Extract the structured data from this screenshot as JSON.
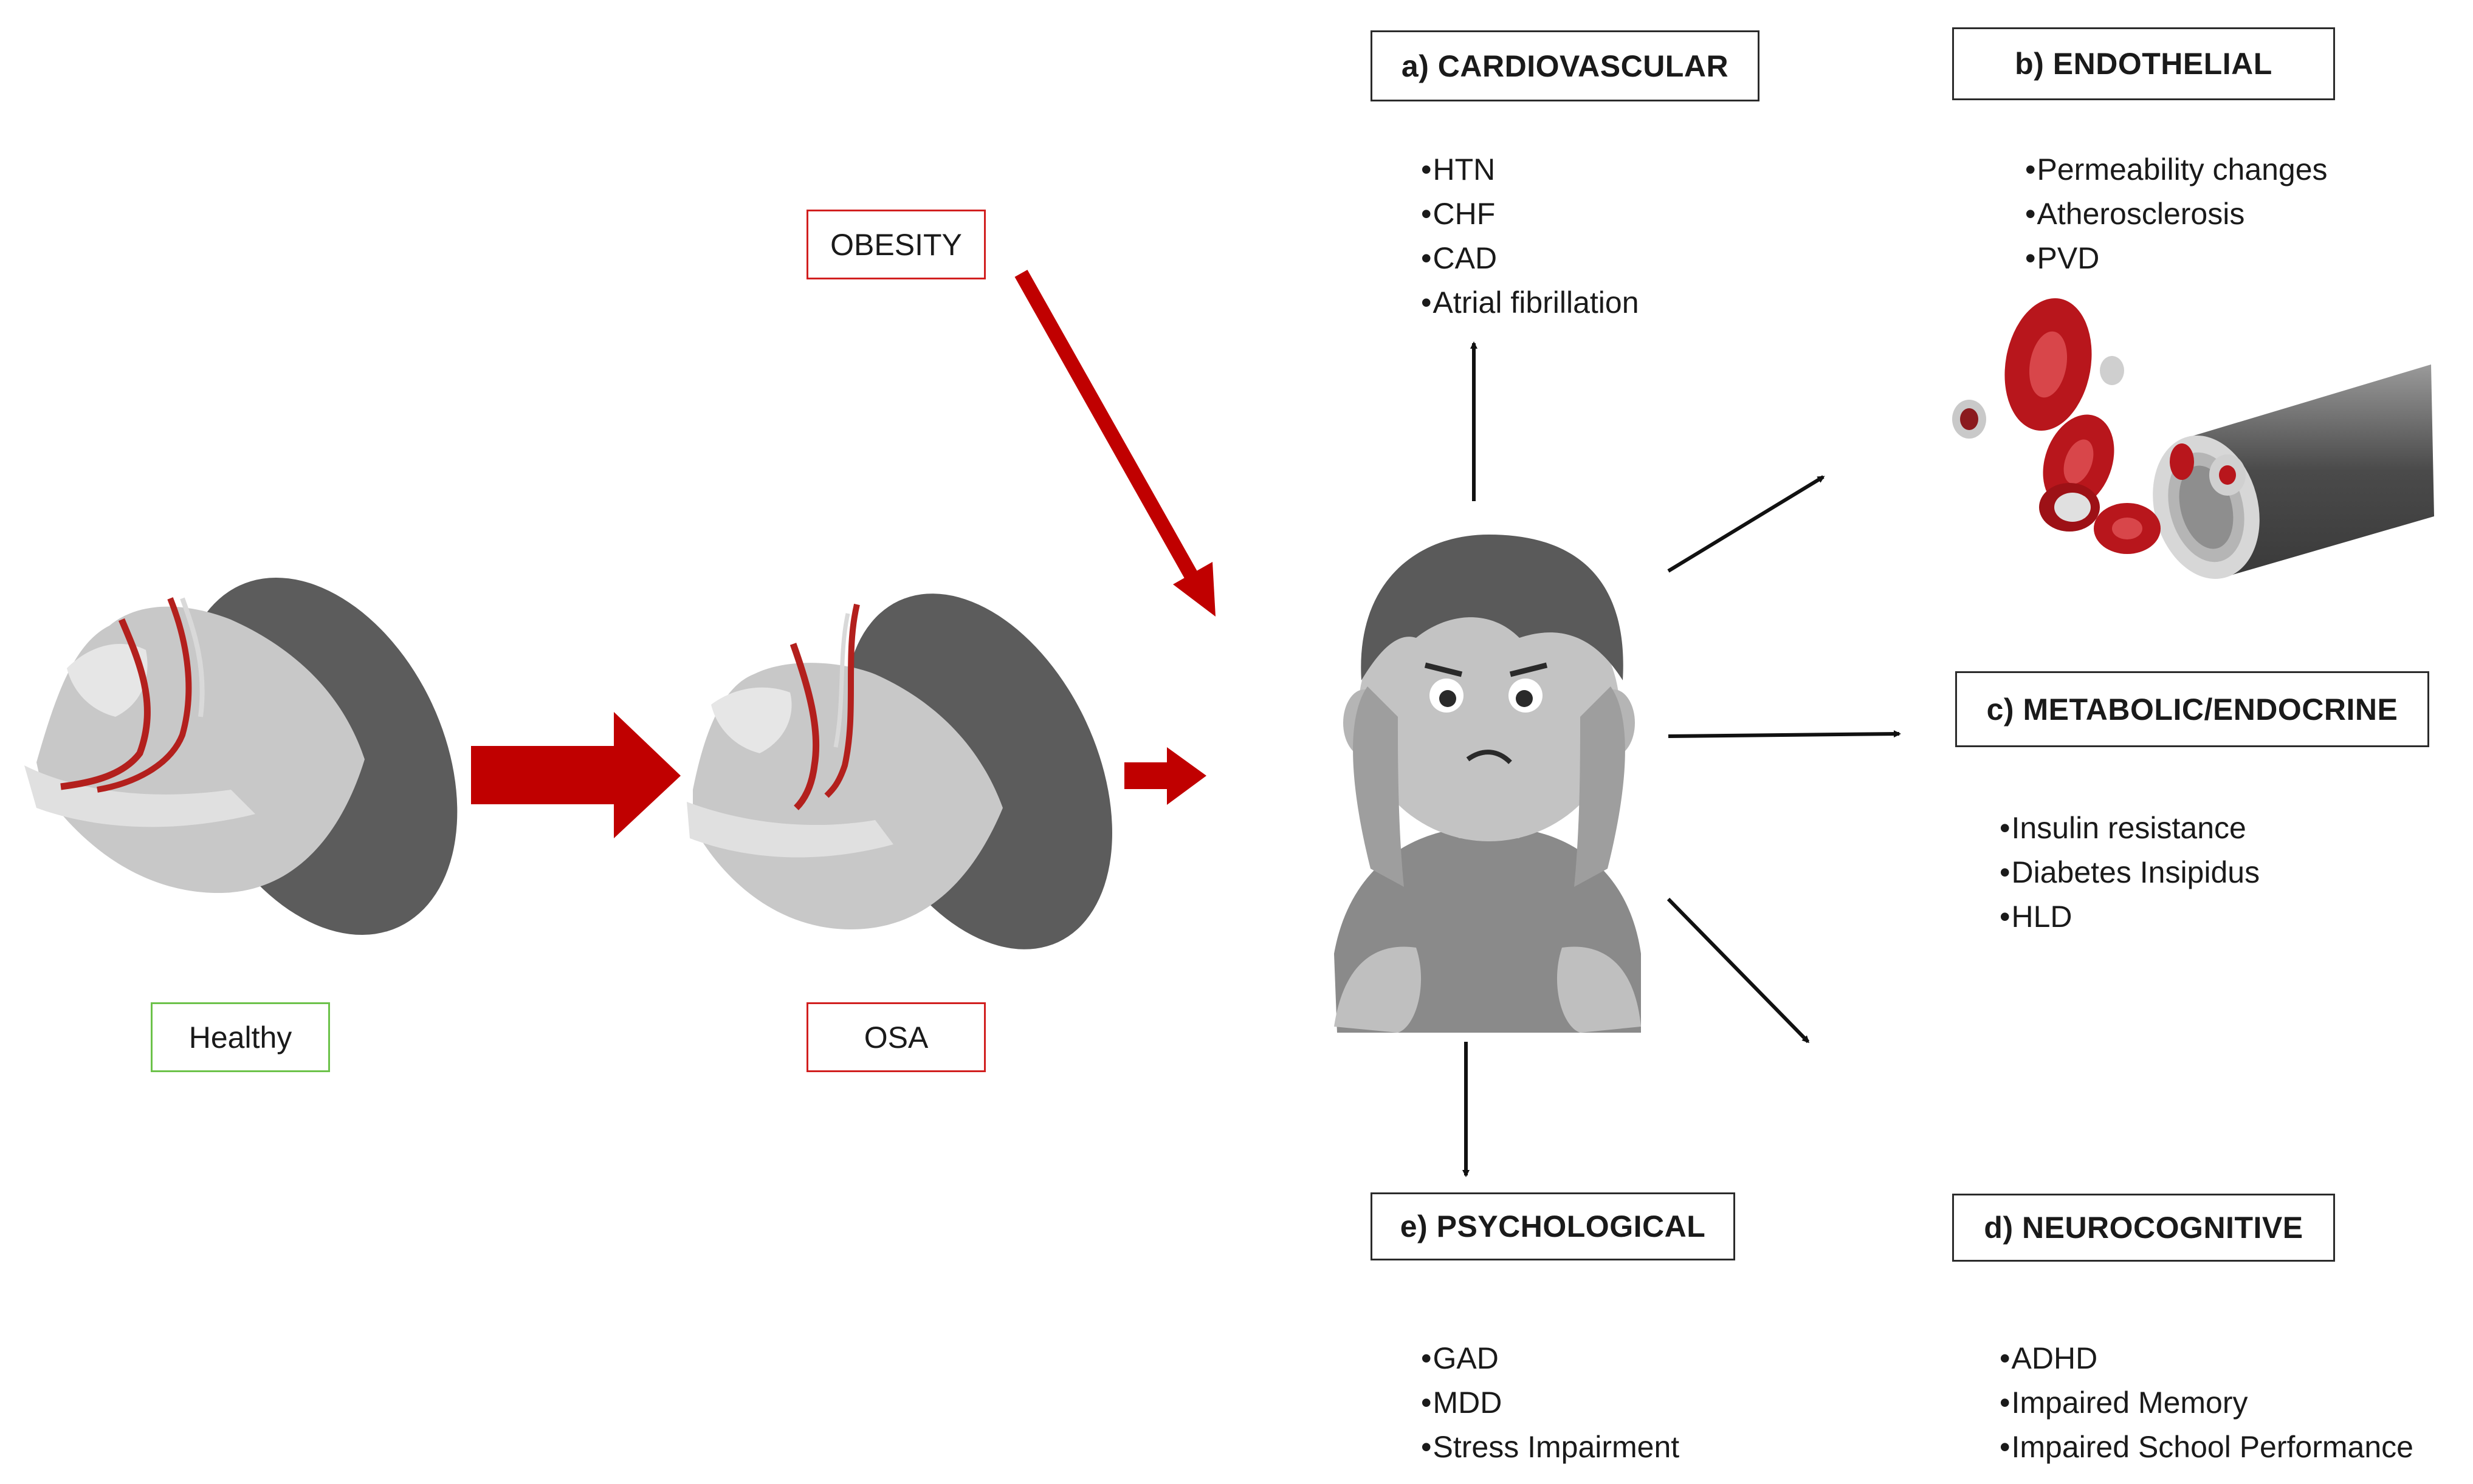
{
  "labels": {
    "healthy": "Healthy",
    "osa": "OSA",
    "obesity": "OBESITY"
  },
  "categories": {
    "cardiovascular": {
      "title": "a) CARDIOVASCULAR",
      "items": [
        "HTN",
        "CHF",
        "CAD",
        "Atrial fibrillation"
      ]
    },
    "endothelial": {
      "title": "b) ENDOTHELIAL",
      "items": [
        "Permeability changes",
        "Atherosclerosis",
        "PVD"
      ]
    },
    "metabolic": {
      "title": "c) METABOLIC/ENDOCRINE",
      "items": [
        "Insulin resistance",
        "Diabetes Insipidus",
        "HLD"
      ]
    },
    "neurocognitive": {
      "title": "d) NEUROCOGNITIVE",
      "items": [
        "ADHD",
        "Impaired Memory",
        "Impaired School Performance"
      ]
    },
    "psychological": {
      "title": "e) PSYCHOLOGICAL",
      "items": [
        "GAD",
        "MDD",
        "Stress Impairment"
      ]
    }
  },
  "colors": {
    "red_arrow": "#c00000",
    "black_arrow": "#111111",
    "head_gray": "#c8c8c8",
    "hair_gray": "#5a5a5a",
    "airway_red": "#b3201d",
    "box_red": "#d11f1f",
    "box_green": "#6cc24a",
    "blood_cell": "#b8161c"
  },
  "icons": [
    "sleeping-head-healthy-illustration",
    "sleeping-head-osa-illustration",
    "distressed-child-illustration",
    "blood-vessel-cells-illustration"
  ]
}
